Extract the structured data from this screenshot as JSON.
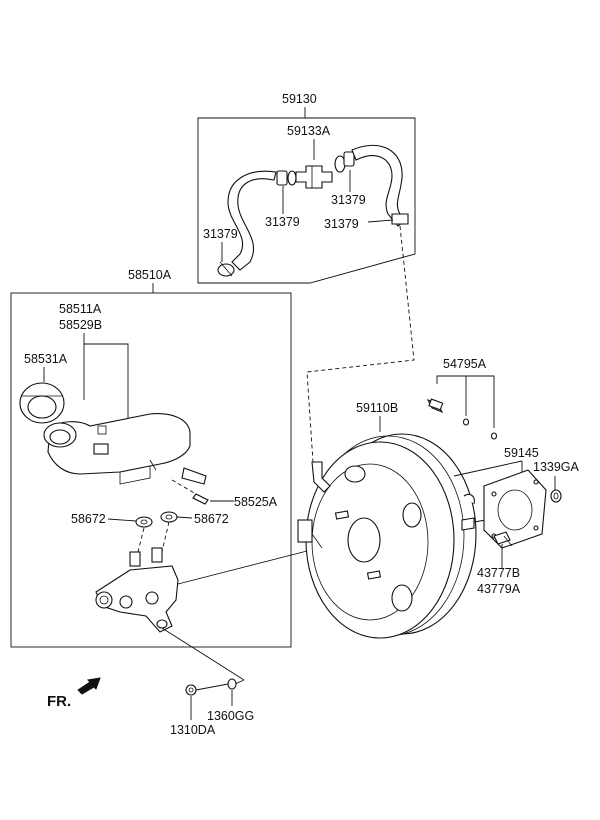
{
  "diagram": {
    "labels": {
      "hose_assembly": "59130",
      "check_valve": "59133A",
      "clamp_left": "31379",
      "clamp_mid": "31379",
      "clamp_right": "31379",
      "clamp_end": "31379",
      "master_cylinder_assy": "58510A",
      "reservoir_a": "58511A",
      "reservoir_b": "58529B",
      "reservoir_cap": "58531A",
      "pin": "58525A",
      "grommet_left": "58672",
      "grommet_right": "58672",
      "clevis_kit": "54795A",
      "booster": "59110B",
      "gasket": "59145",
      "nut_booster": "1339GA",
      "switch_a": "43777B",
      "switch_b": "43779A",
      "nut_mc": "1310DA",
      "washer_mc": "1360GG"
    },
    "direction": {
      "label": "FR."
    }
  }
}
